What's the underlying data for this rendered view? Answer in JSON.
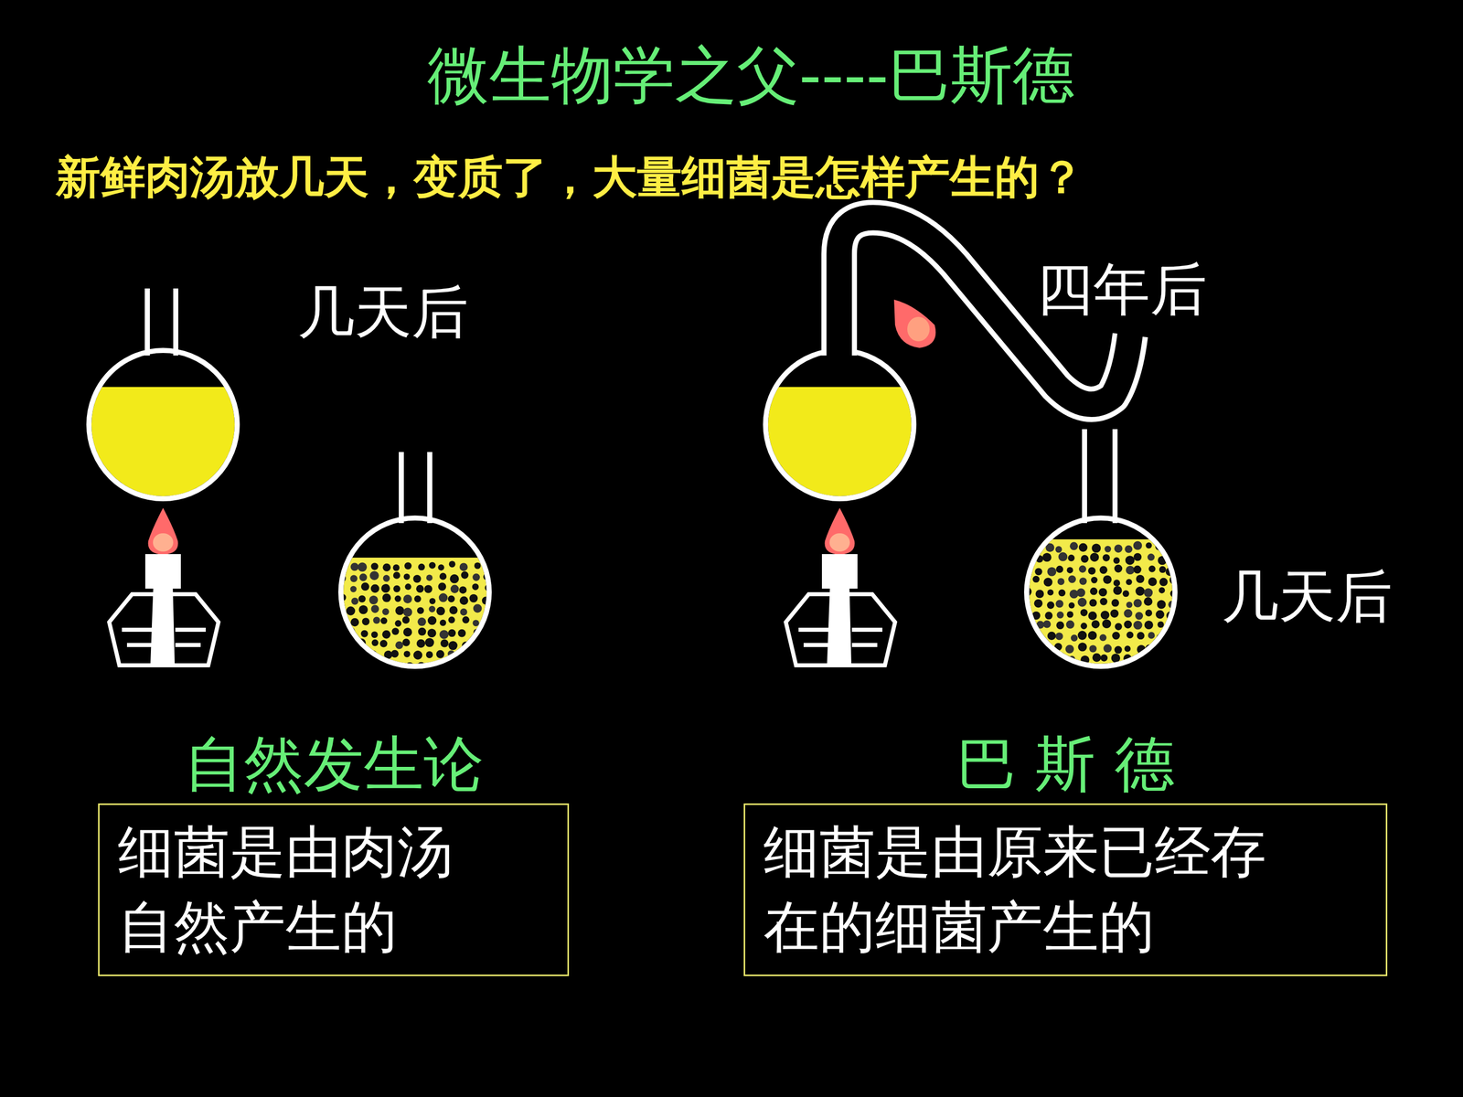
{
  "diagram": {
    "title": "微生物学之父----巴斯德",
    "nodes": [
      {
        "text": [
          "自然发生论",
          "细菌是由肉汤自然产生的"
        ]
      },
      {
        "text": [
          "巴 斯 德",
          "细菌是由原来已经存在的细菌产生的"
        ]
      }
    ],
    "labels": [
      "新鲜肉汤放几天，变质了，大量细菌是怎样产生的？",
      "几天后",
      "四年后",
      "几天后"
    ]
  }
}
